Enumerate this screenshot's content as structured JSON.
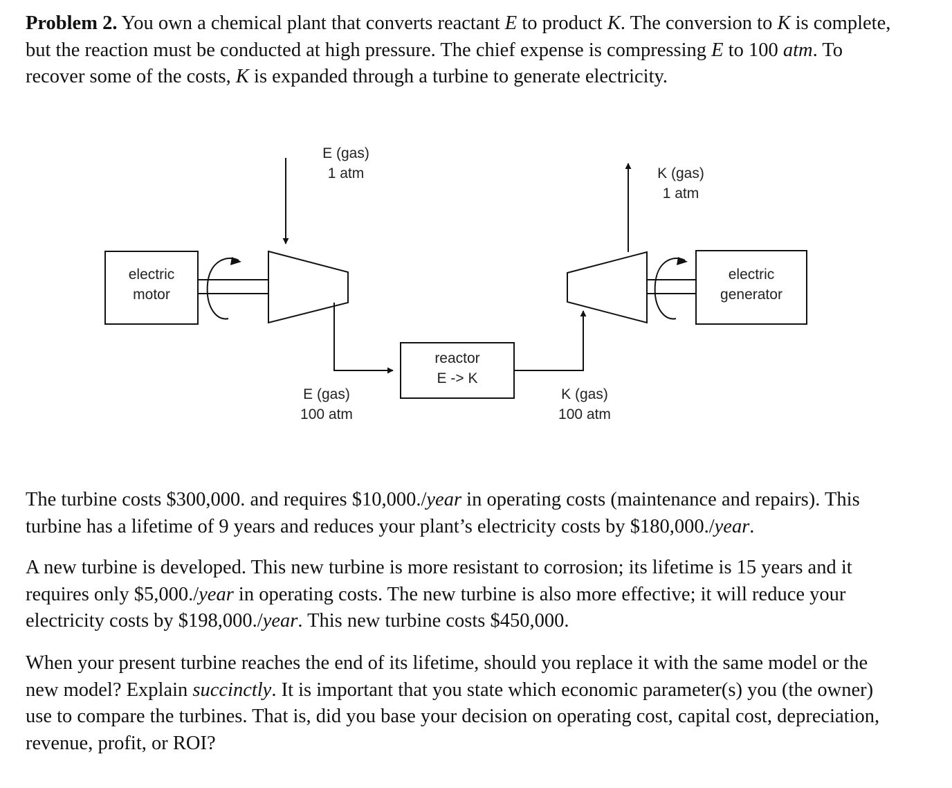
{
  "problem": {
    "heading": "Problem 2.",
    "intro": {
      "t1": " You own a chemical plant that converts reactant ",
      "v1": "E",
      "t2": " to product ",
      "v2": "K",
      "t3": ". The conversion to ",
      "v3": "K",
      "t4": " is complete, but the reaction must be conducted at high pressure. The chief expense is compressing ",
      "v4": "E",
      "t5": " to 100 ",
      "v5": "atm",
      "t6": ". To recover some of the costs, ",
      "v6": "K",
      "t7": " is expanded through a turbine to generate electricity."
    }
  },
  "diagram": {
    "motor_line1": "electric",
    "motor_line2": "motor",
    "generator_line1": "electric",
    "generator_line2": "generator",
    "reactor_line1": "reactor",
    "reactor_line2": "E -> K",
    "feed_in_line1": "E (gas)",
    "feed_in_line2": "1 atm",
    "product_out_line1": "K (gas)",
    "product_out_line2": "1 atm",
    "compressed_e_line1": "E (gas)",
    "compressed_e_line2": "100 atm",
    "compressed_k_line1": "K (gas)",
    "compressed_k_line2": "100 atm"
  },
  "costs_paragraph": {
    "t1": "The turbine costs $300,000. and requires $10,000./",
    "u1": "year",
    "t2": " in operating costs (maintenance and repairs). This turbine has a lifetime of 9 years and reduces your plant’s electricity costs by $180,000./",
    "u2": "year",
    "t3": "."
  },
  "new_turbine_paragraph": {
    "t1": "A new turbine is developed. This new turbine is more resistant to corrosion; its lifetime is 15 years and it requires only $5,000./",
    "u1": "year",
    "t2": " in operating costs. The new turbine is also more effective; it will reduce your electricity costs by $198,000./",
    "u2": "year",
    "t3": ". This new turbine costs $450,000."
  },
  "question_paragraph": {
    "t1": "When your present turbine reaches the end of its lifetime, should you replace it with the same model or the new model? Explain ",
    "emph": "succinctly",
    "t2": ". It is important that you state which economic parameter(s) you (the owner) use to compare the turbines. That is, did you base your decision on operating cost, capital cost, depreciation, revenue, profit, or ROI?"
  }
}
